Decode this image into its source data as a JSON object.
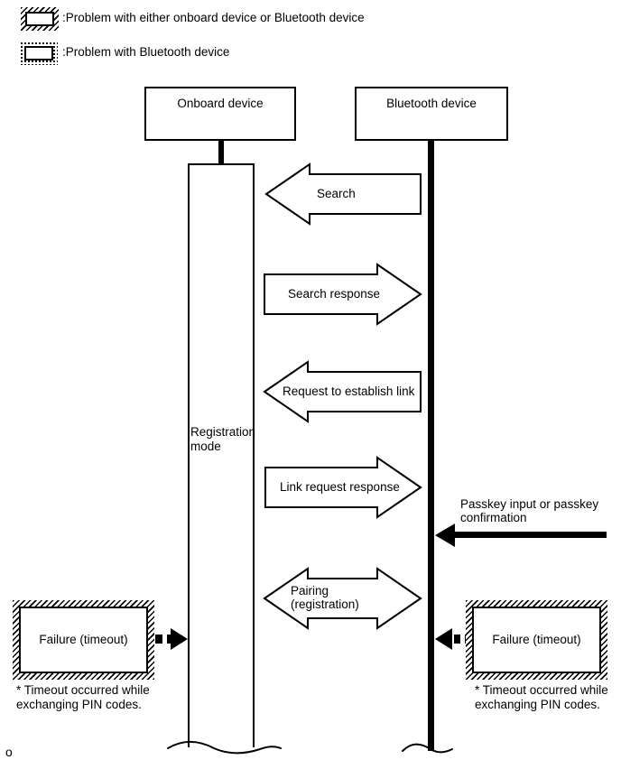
{
  "legend": {
    "items": [
      {
        "label": ":Problem with either onboard device or Bluetooth device",
        "style": "hatched"
      },
      {
        "label": ":Problem with Bluetooth device",
        "style": "dotted"
      }
    ]
  },
  "devices": {
    "onboard": "Onboard device",
    "bluetooth": "Bluetooth device"
  },
  "lifeline": {
    "registration_label": "Registration mode"
  },
  "messages": [
    {
      "label": "Search",
      "direction": "left",
      "from": "Bluetooth device",
      "to": "Onboard device"
    },
    {
      "label": "Search response",
      "direction": "right",
      "from": "Onboard device",
      "to": "Bluetooth device"
    },
    {
      "label": "Request to establish link",
      "direction": "left",
      "from": "Bluetooth device",
      "to": "Onboard device"
    },
    {
      "label": "Link request response",
      "direction": "right",
      "from": "Onboard device",
      "to": "Bluetooth device"
    },
    {
      "label": "Pairing (registration)",
      "direction": "both",
      "from": "Onboard device",
      "to": "Bluetooth device"
    }
  ],
  "passkey": {
    "note": "Passkey input or passkey confirmation"
  },
  "failures": {
    "left": {
      "label": "Failure (timeout)",
      "note": "* Timeout occurred while exchanging PIN codes."
    },
    "right": {
      "label": "Failure (timeout)",
      "note": "* Timeout occurred while exchanging PIN codes."
    }
  },
  "footer": {
    "mark": "o"
  },
  "colors": {
    "ink": "#000000",
    "paper": "#ffffff"
  }
}
